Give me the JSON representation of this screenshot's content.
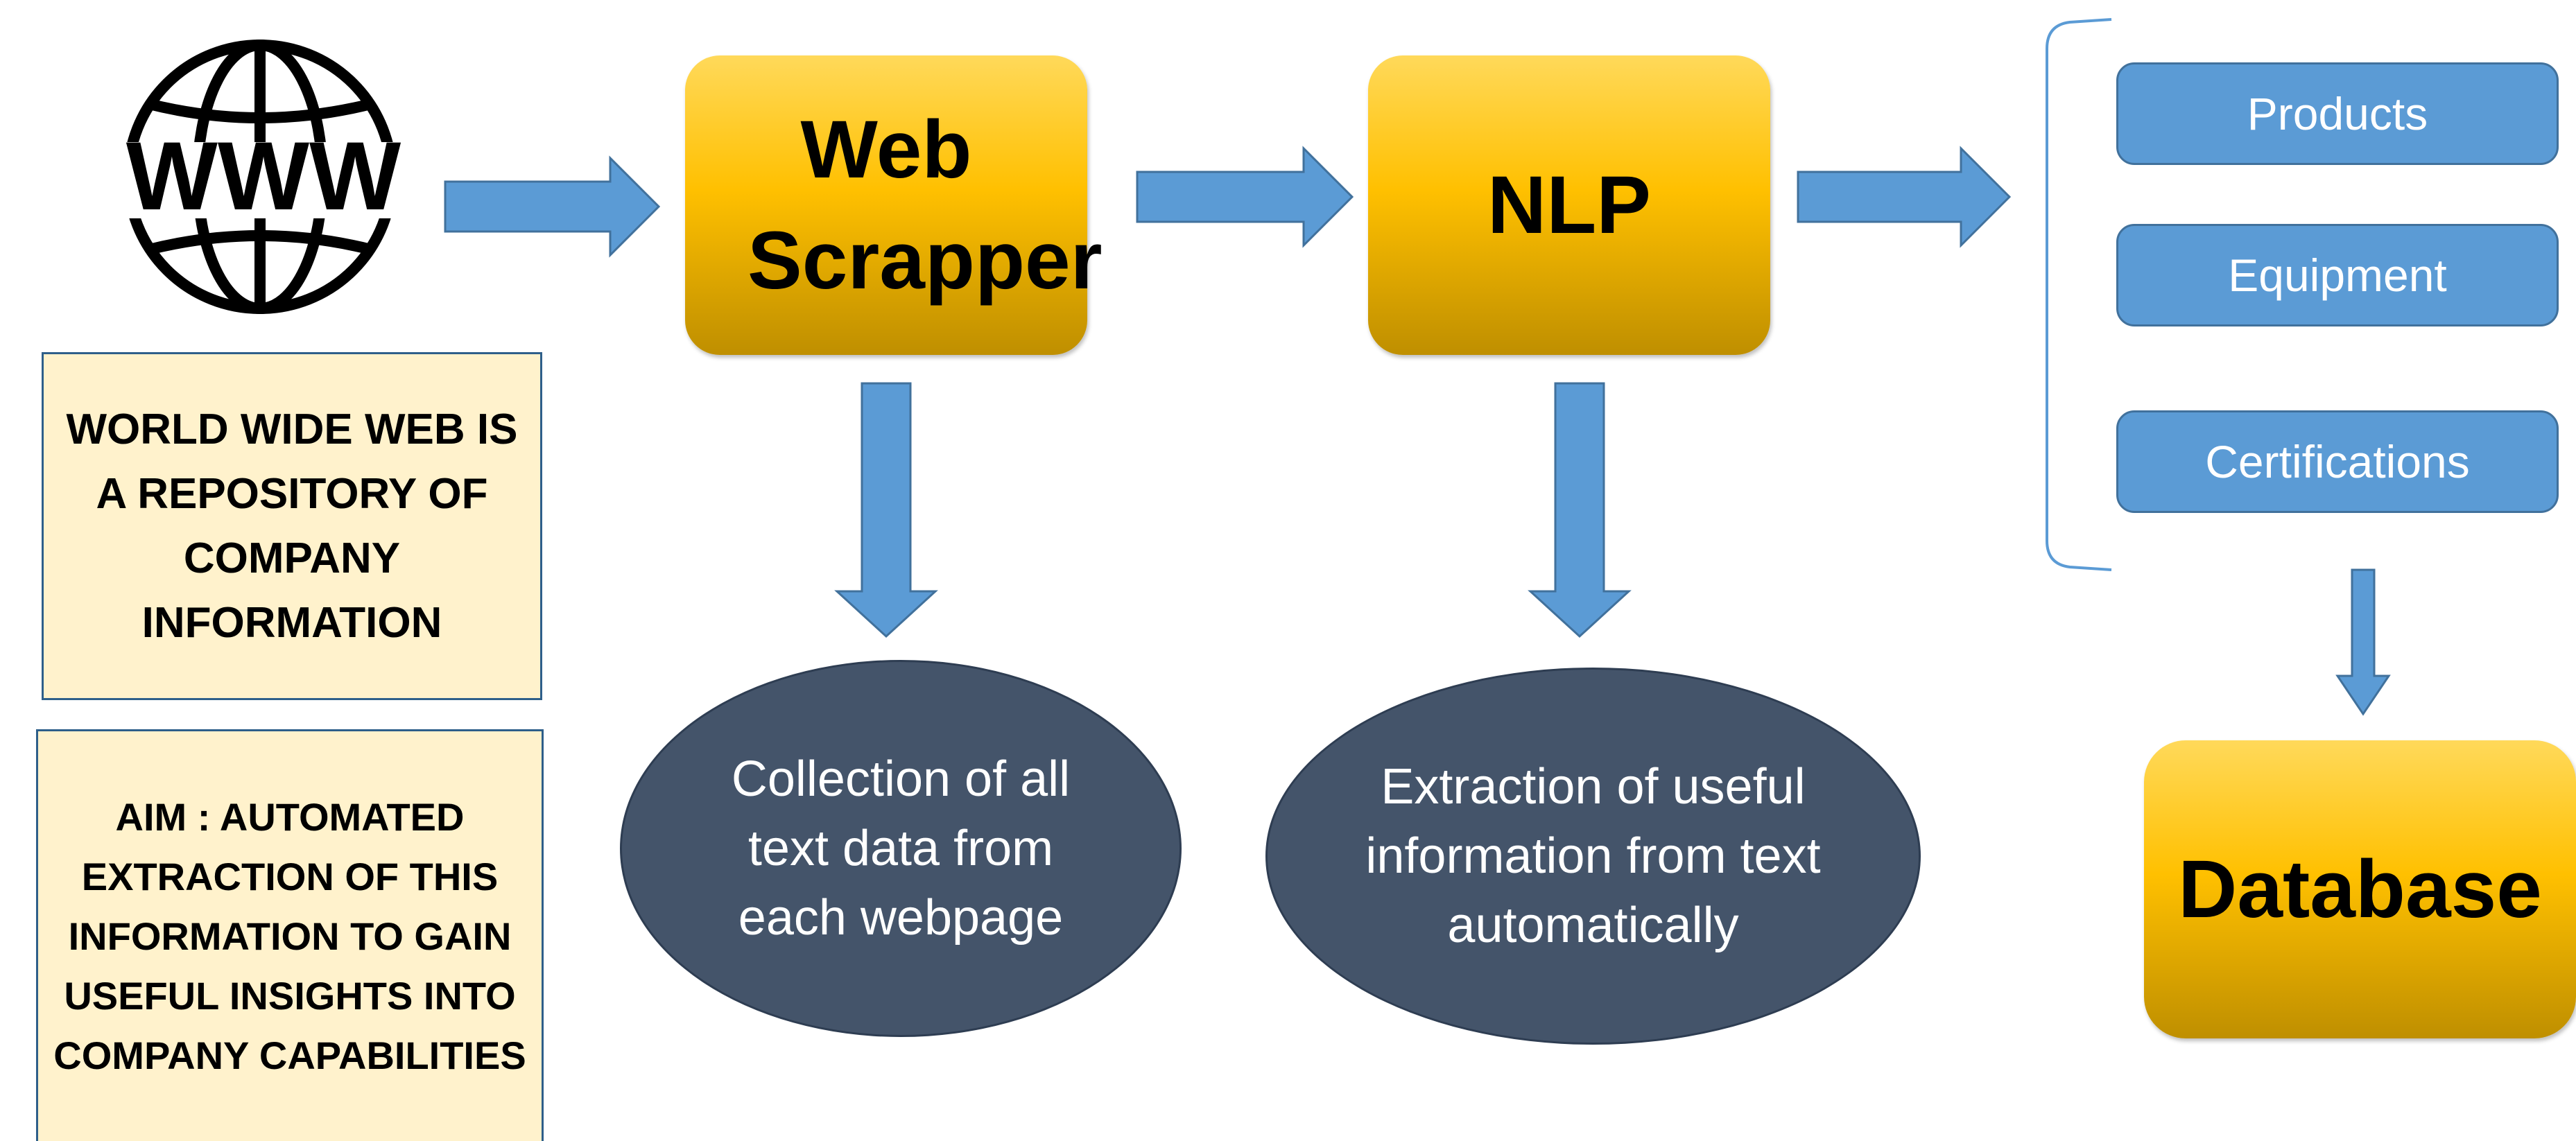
{
  "globe": {
    "icon": "www-globe-icon",
    "label": "WWW"
  },
  "notes": {
    "www": "WORLD WIDE WEB IS A REPOSITORY OF COMPANY INFORMATION",
    "aim": "AIM : AUTOMATED EXTRACTION OF THIS INFORMATION TO GAIN USEFUL INSIGHTS INTO COMPANY CAPABILITIES"
  },
  "process": {
    "scrapper": "Web Scrapper",
    "nlp": "NLP",
    "database": "Database"
  },
  "outputs": {
    "collection": "Collection of all text data from each webpage",
    "extraction": "Extraction of useful information from text automatically"
  },
  "categories": [
    "Products",
    "Equipment",
    "Certifications"
  ],
  "colors": {
    "arrow": "#5b9bd5",
    "gold": "#ffc000",
    "ellipse": "#44546a",
    "note_bg": "#fff2cc",
    "pill": "#5b9bd5"
  }
}
